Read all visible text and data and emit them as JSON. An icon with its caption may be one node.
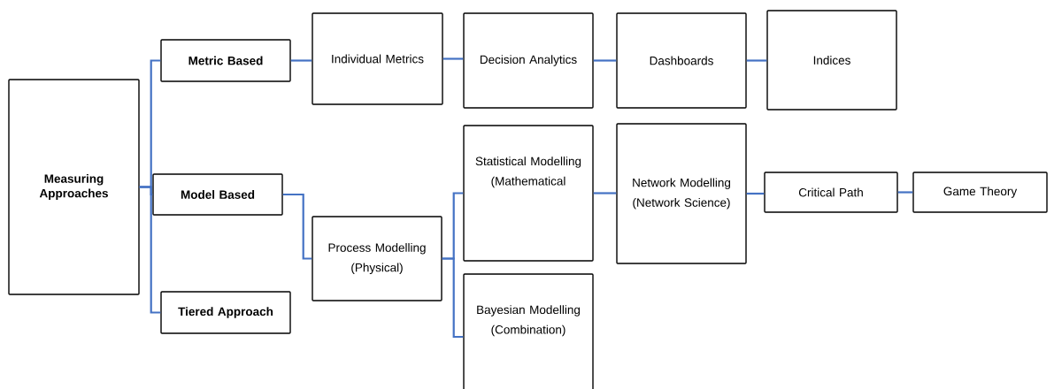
{
  "diagram": {
    "nodes": [
      {
        "text": [
          "Measuring Approaches"
        ]
      },
      {
        "text": [
          "Metric Based"
        ]
      },
      {
        "text": [
          "Model Based"
        ]
      },
      {
        "text": [
          "Tiered Approach"
        ]
      },
      {
        "text": [
          "Individual Metrics"
        ]
      },
      {
        "text": [
          "Decision Analytics"
        ]
      },
      {
        "text": [
          "Dashboards"
        ]
      },
      {
        "text": [
          "Indices"
        ]
      },
      {
        "text": [
          "Process Modelling",
          "(Physical)"
        ]
      },
      {
        "text": [
          "Statistical Modelling",
          "(Mathematical"
        ]
      },
      {
        "text": [
          "Bayesian Modelling",
          "(Combination)"
        ]
      },
      {
        "text": [
          "Network Modelling",
          "(Network Science)"
        ]
      },
      {
        "text": [
          "Critical Path"
        ]
      },
      {
        "text": [
          "Game Theory"
        ]
      }
    ],
    "edges": [
      {
        "from": 0,
        "to": 1,
        "arrow": "none"
      },
      {
        "from": 0,
        "to": 2,
        "arrow": "none"
      },
      {
        "from": 0,
        "to": 3,
        "arrow": "none"
      },
      {
        "from": 1,
        "to": 4,
        "arrow": "none"
      },
      {
        "from": 4,
        "to": 5,
        "arrow": "none"
      },
      {
        "from": 5,
        "to": 6,
        "arrow": "none"
      },
      {
        "from": 6,
        "to": 7,
        "arrow": "none"
      },
      {
        "from": 2,
        "to": 8,
        "arrow": "none"
      },
      {
        "from": 8,
        "to": 9,
        "arrow": "none"
      },
      {
        "from": 8,
        "to": 10,
        "arrow": "none"
      },
      {
        "from": 9,
        "to": 11,
        "arrow": "none"
      },
      {
        "from": 11,
        "to": 12,
        "arrow": "none"
      },
      {
        "from": 12,
        "to": 13,
        "arrow": "none"
      }
    ]
  }
}
